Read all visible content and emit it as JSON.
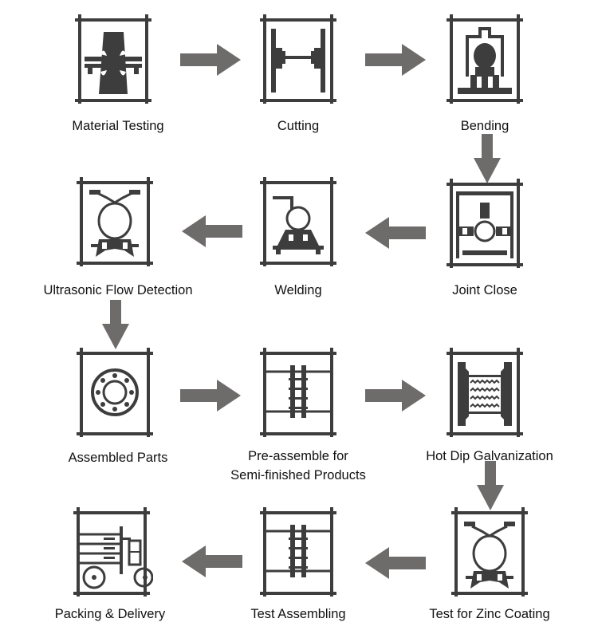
{
  "title": "Manufacturing Process Flow",
  "colors": {
    "icon": "#3d3d3d",
    "arrow": "#6e6b6b",
    "text": "#111111"
  },
  "steps": [
    {
      "label": "Material Testing",
      "icon": "material-testing-icon"
    },
    {
      "label": "Cutting",
      "icon": "cutting-icon"
    },
    {
      "label": "Bending",
      "icon": "bending-icon"
    },
    {
      "label": "Joint Close",
      "icon": "joint-close-icon"
    },
    {
      "label": "Welding",
      "icon": "welding-icon"
    },
    {
      "label": "Ultrasonic Flow Detection",
      "icon": "ultrasonic-detection-icon"
    },
    {
      "label": "Assembled Parts",
      "icon": "assembled-parts-icon"
    },
    {
      "label": "Pre-assemble for",
      "label2": "Semi-finished Products",
      "icon": "pre-assemble-icon"
    },
    {
      "label": "Hot Dip Galvanization",
      "icon": "galvanization-icon"
    },
    {
      "label": "Test for Zinc Coating",
      "icon": "zinc-coating-test-icon"
    },
    {
      "label": "Test Assembling",
      "icon": "test-assembling-icon"
    },
    {
      "label": "Packing & Delivery",
      "icon": "packing-delivery-icon"
    }
  ],
  "arrows": [
    {
      "from": "Material Testing",
      "to": "Cutting",
      "direction": "right"
    },
    {
      "from": "Cutting",
      "to": "Bending",
      "direction": "right"
    },
    {
      "from": "Bending",
      "to": "Joint Close",
      "direction": "down"
    },
    {
      "from": "Joint Close",
      "to": "Welding",
      "direction": "left"
    },
    {
      "from": "Welding",
      "to": "Ultrasonic Flow Detection",
      "direction": "left"
    },
    {
      "from": "Ultrasonic Flow Detection",
      "to": "Assembled Parts",
      "direction": "down"
    },
    {
      "from": "Assembled Parts",
      "to": "Pre-assemble for Semi-finished Products",
      "direction": "right"
    },
    {
      "from": "Pre-assemble for Semi-finished Products",
      "to": "Hot Dip Galvanization",
      "direction": "right"
    },
    {
      "from": "Hot Dip Galvanization",
      "to": "Test for Zinc Coating",
      "direction": "down"
    },
    {
      "from": "Test for Zinc Coating",
      "to": "Test Assembling",
      "direction": "left"
    },
    {
      "from": "Test Assembling",
      "to": "Packing & Delivery",
      "direction": "left"
    }
  ]
}
